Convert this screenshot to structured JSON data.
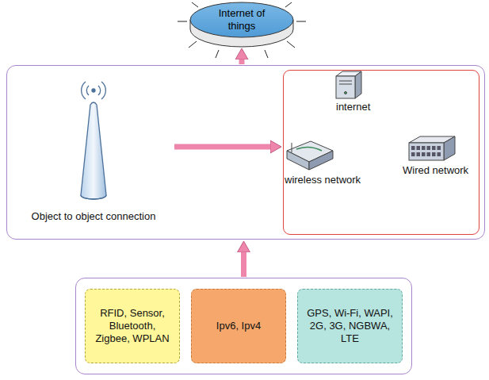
{
  "diagram": {
    "nodes": [
      {
        "text": [
          "Internet of things"
        ]
      },
      {
        "text": []
      },
      {
        "text": [
          "Object to object connection"
        ],
        "in": 1
      },
      {
        "text": [
          "internet",
          "wireless network",
          "Wired network"
        ],
        "in": 1
      },
      {
        "text": []
      },
      {
        "text": [
          "RFID, Sensor, Bluetooth, Zigbee, WPLAN"
        ],
        "in": 4
      },
      {
        "text": [
          "Ipv6, Ipv4"
        ],
        "in": 4
      },
      {
        "text": [
          "GPS, Wi-Fi, WAPI, 2G, 3G, NGBWA, LTE"
        ],
        "in": 4
      }
    ],
    "edges": [
      {
        "from": 2,
        "to": 3,
        "arrow": "to"
      },
      {
        "from": 1,
        "to": 0,
        "arrow": "to"
      },
      {
        "from": 4,
        "to": 1,
        "arrow": "to"
      }
    ]
  }
}
